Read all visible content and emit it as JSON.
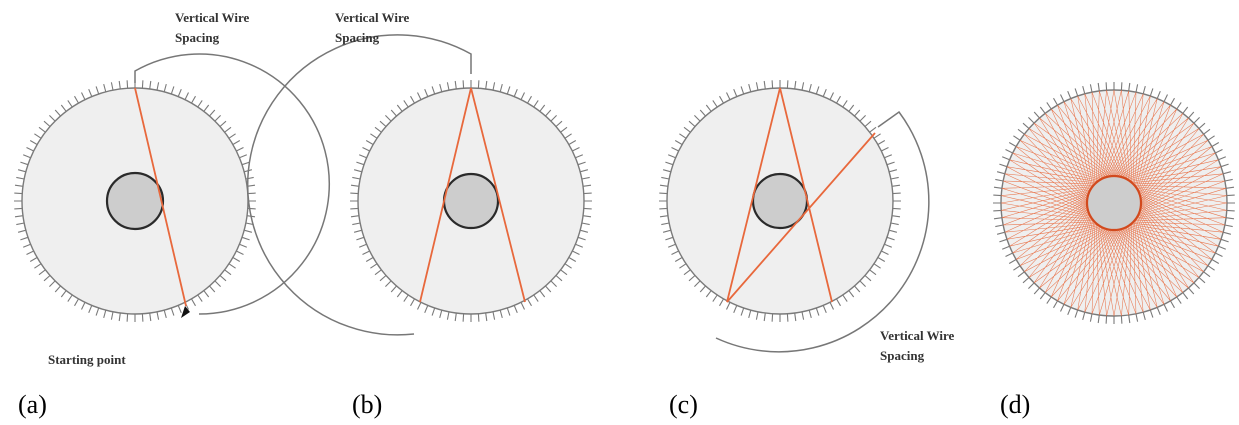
{
  "colors": {
    "disc_fill": "#efefef",
    "disc_edge": "#7a7a7a",
    "tooth": "#7a7a7a",
    "hub_fill": "#cdcdcd",
    "hub_edge": "#2a2a2a",
    "wire": "#e8683c",
    "bracket": "#777777",
    "start_marker": "#111111"
  },
  "annotations": {
    "a_spacing": [
      "Vertical Wire",
      "Spacing"
    ],
    "b_spacing": [
      "Vertical Wire",
      "Spacing"
    ],
    "c_spacing": [
      "Vertical Wire",
      "Spacing"
    ],
    "a_start": "Starting point"
  },
  "panels": [
    {
      "id": "a",
      "label": "(a)"
    },
    {
      "id": "b",
      "label": "(b)"
    },
    {
      "id": "c",
      "label": "(c)"
    },
    {
      "id": "d",
      "label": "(d)"
    }
  ],
  "teeth_per_disc": 96
}
